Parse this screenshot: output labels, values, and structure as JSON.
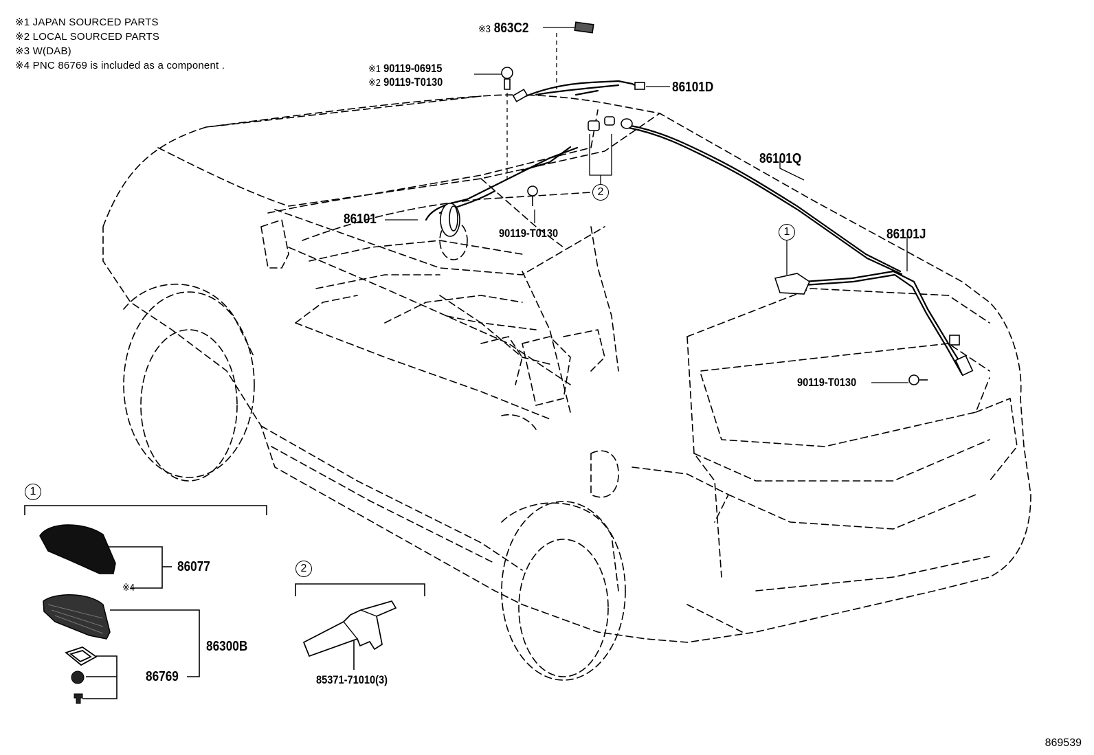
{
  "notes": [
    "※1 JAPAN SOURCED PARTS",
    "※2 LOCAL SOURCED PARTS",
    "※3 W(DAB)",
    "※4 PNC 86769 is included as a component ."
  ],
  "parts": {
    "p863c2": {
      "mark": "※3",
      "number": "863C2"
    },
    "p90119_06915": {
      "mark": "※1",
      "number": "90119-06915"
    },
    "p90119_t0130_local": {
      "mark": "※2",
      "number": "90119-T0130"
    },
    "p86101d": "86101D",
    "p86101q": "86101Q",
    "p86101": "86101",
    "p90119_t0130_mid": "90119-T0130",
    "p86101j": "86101J",
    "p90119_t0130_rear": "90119-T0130",
    "p86077": "86077",
    "p86077_mark": "※4",
    "p86300b": "86300B",
    "p86769": "86769",
    "p85371": "85371-71010(3)"
  },
  "callouts": {
    "c1": "1",
    "c2": "2"
  },
  "illustration_number": "869539"
}
